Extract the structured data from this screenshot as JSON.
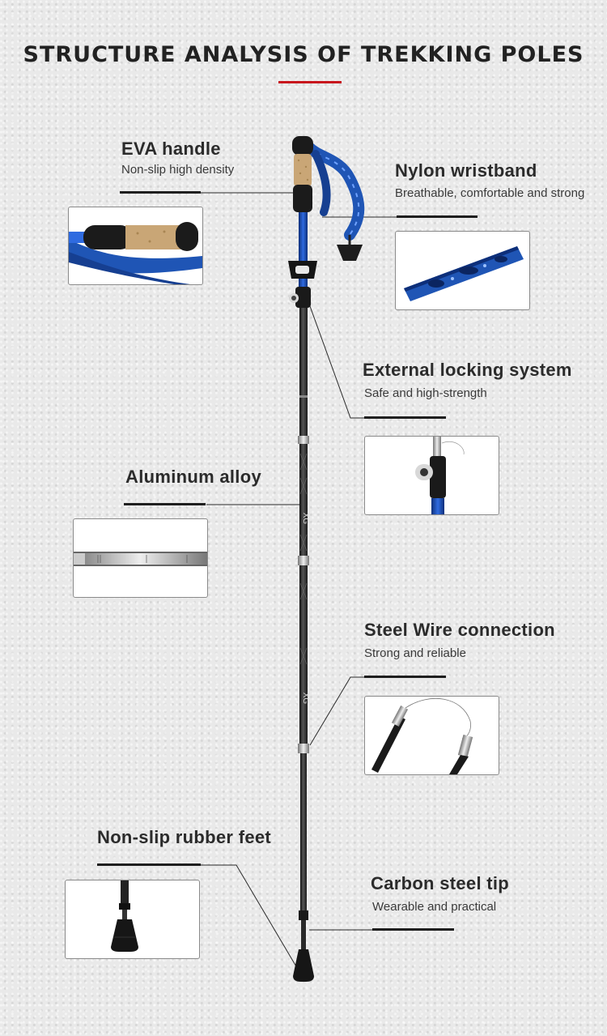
{
  "header": {
    "title": "STRUCTURE ANALYSIS OF TREKKING POLES",
    "accent_color": "#c8161d"
  },
  "features": {
    "eva": {
      "title": "EVA handle",
      "subtitle": "Non-slip high density"
    },
    "wrist": {
      "title": "Nylon wristband",
      "subtitle": "Breathable, comfortable and strong"
    },
    "lock": {
      "title": "External locking system",
      "subtitle": "Safe and high-strength"
    },
    "alu": {
      "title": "Aluminum alloy"
    },
    "wire": {
      "title": "Steel Wire connection",
      "subtitle": "Strong and reliable"
    },
    "feet": {
      "title": "Non-slip rubber feet"
    },
    "tip": {
      "title": "Carbon steel tip",
      "subtitle": "Wearable and practical"
    }
  },
  "colors": {
    "strap_blue": "#1f55b5",
    "cork": "#c9a676",
    "pole_dark": "#2b2b2b"
  }
}
